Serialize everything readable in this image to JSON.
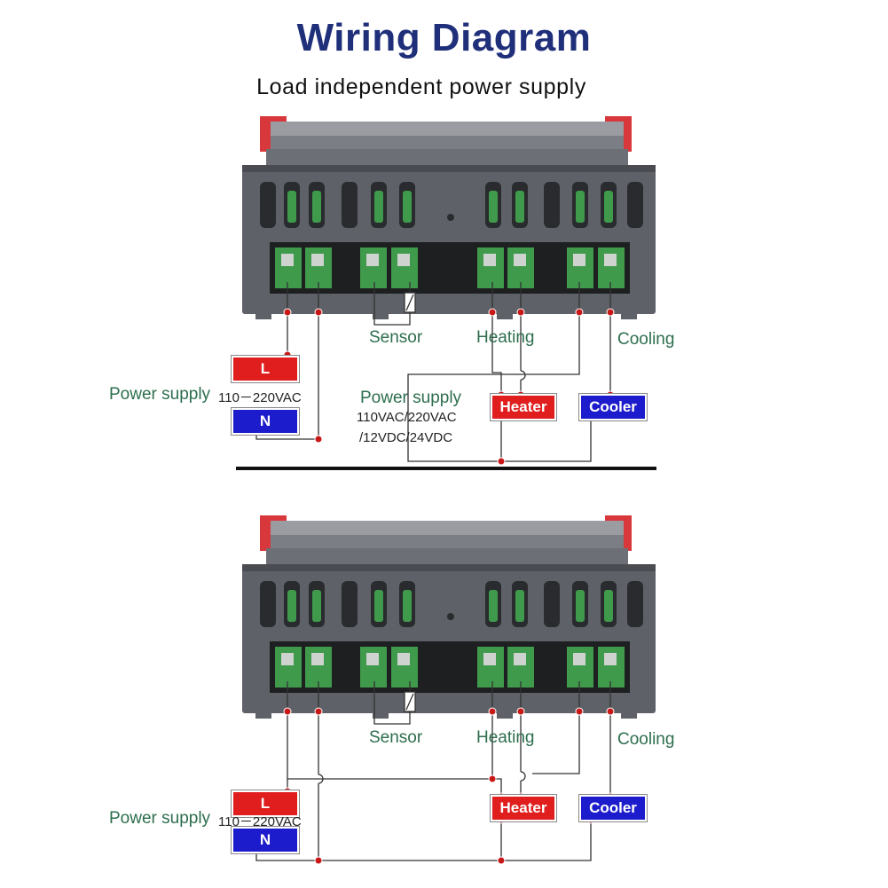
{
  "title": "Wiring Diagram",
  "subtitle": "Load independent power supply",
  "diagrams": [
    {
      "sensor_label": "Sensor",
      "heating_label": "Heating",
      "cooling_label": "Cooling",
      "power_supply_label": "Power supply",
      "voltage_label": "110－220VAC",
      "l_label": "L",
      "n_label": "N",
      "heater_label": "Heater",
      "cooler_label": "Cooler",
      "load_power_label": "Power supply",
      "load_power_line1": "110VAC/220VAC",
      "load_power_line2": "/12VDC/24VDC"
    },
    {
      "sensor_label": "Sensor",
      "heating_label": "Heating",
      "cooling_label": "Cooling",
      "power_supply_label": "Power supply",
      "voltage_label": "110－220VAC",
      "l_label": "L",
      "n_label": "N",
      "heater_label": "Heater",
      "cooler_label": "Cooler"
    }
  ],
  "colors": {
    "title": "#1f2f7a",
    "label_green": "#2e6e4e",
    "tag_red": "#e01e1e",
    "tag_blue": "#1c1ccc",
    "device_body": "#5e6167",
    "terminal_green": "#3f9a4c",
    "wire": "#333333",
    "junction": "#c81818"
  }
}
